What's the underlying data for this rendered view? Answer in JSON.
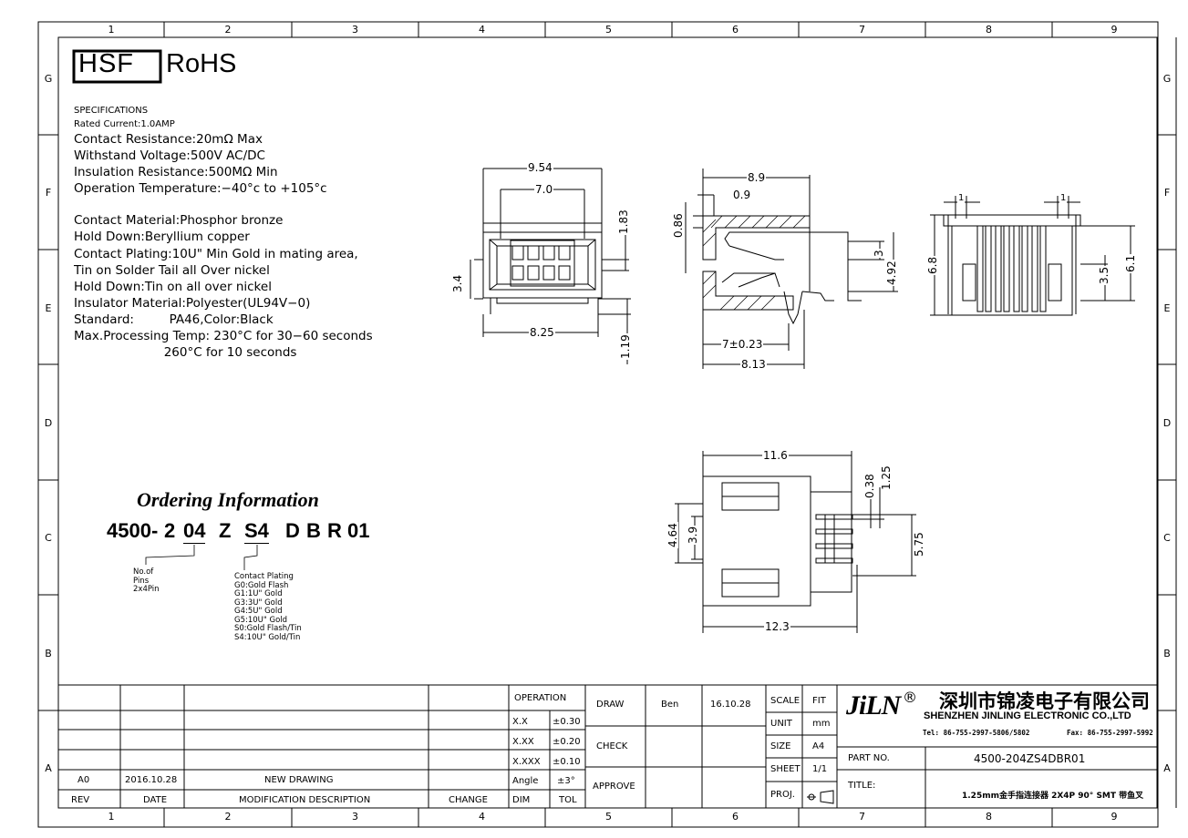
{
  "zones": {
    "columns": [
      "1",
      "2",
      "3",
      "4",
      "5",
      "6",
      "7",
      "8",
      "9"
    ],
    "rows": [
      "G",
      "F",
      "E",
      "D",
      "C",
      "B",
      "A"
    ]
  },
  "header": {
    "hsf": "HSF",
    "rohs": "RoHS"
  },
  "specs": {
    "heading": "SPECIFICATIONS",
    "lines": [
      "Rated Current:1.0AMP",
      "Contact Resistance:20mΩ Max",
      "Withstand Voltage:500V AC/DC",
      "Insulation Resistance:500MΩ Min",
      "Operation Temperature:−40°c to +105°c",
      "",
      "Contact Material:Phosphor bronze",
      "Hold Down:Beryllium copper",
      "Contact Plating:10U\" Min Gold in mating area,",
      "Tin on Solder Tail all Over nickel",
      "Hold Down:Tin on all over nickel",
      "Insulator Material:Polyester(UL94V−0)",
      "Standard:         PA46,Color:Black",
      "Max.Processing Temp: 230°C for 30−60 seconds",
      "                       260°C for 10 seconds"
    ]
  },
  "ordering": {
    "title": "Ordering Information",
    "code_parts": [
      "4500-",
      "2",
      "04",
      "Z",
      "S4",
      "D",
      "B",
      "R",
      "01"
    ],
    "pins_legend": "No.of\nPins\n2x4Pin",
    "plating_legend": "Contact Plating\nG0:Gold Flash\nG1:1U\" Gold\nG3:3U\" Gold\nG4:5U\" Gold\nG5:10U\" Gold\nS0:Gold Flash/Tin\nS4:10U\" Gold/Tin"
  },
  "dimensions": {
    "front": [
      "9.54",
      "7.0",
      "1.83",
      "3.4",
      "8.25",
      "1.19"
    ],
    "side": [
      "8.9",
      "0.9",
      "0.86",
      "3",
      "4.92",
      "7±0.23",
      "8.13"
    ],
    "back": [
      "1",
      "1",
      "6.8",
      "3.5",
      "6.1"
    ],
    "bottom": [
      "11.6",
      "0.38",
      "1.25",
      "4.64",
      "3.9",
      "5.75",
      "12.3"
    ]
  },
  "title_block": {
    "rev_header": "REV",
    "date_header": "DATE",
    "desc_header": "MODIFICATION DESCRIPTION",
    "change_header": "CHANGE",
    "rev": "A0",
    "date": "2016.10.28",
    "desc": "NEW DRAWING",
    "operation": "OPERATION",
    "tolerances": [
      [
        "X.X",
        "±0.30"
      ],
      [
        "X.XX",
        "±0.20"
      ],
      [
        "X.XXX",
        "±0.10"
      ],
      [
        "Angle",
        "±3°"
      ]
    ],
    "dim": "DIM",
    "tol": "TOL",
    "draw": "DRAW",
    "drawer": "Ben",
    "draw_date": "16.10.28",
    "check": "CHECK",
    "approve": "APPROVE",
    "scale_label": "SCALE",
    "scale": "FIT",
    "unit_label": "UNIT",
    "unit": "mm",
    "size_label": "SIZE",
    "size": "A4",
    "sheet_label": "SHEET",
    "sheet": "1/1",
    "proj_label": "PROJ.",
    "logo": "JiLN",
    "reg": "®",
    "company_cn": "深圳市锦凌电子有限公司",
    "company_en": "SHENZHEN JINLING ELECTRONIC CO.,LTD",
    "tel": "Tel: 86-755-2997-5806/5802",
    "fax": "Fax: 86-755-2997-5992",
    "part_no_label": "PART NO.",
    "part_no": "4500-204ZS4DBR01",
    "title_label": "TITLE:",
    "title": "1.25mm金手指连接器 2X4P 90° SMT 带鱼叉"
  }
}
